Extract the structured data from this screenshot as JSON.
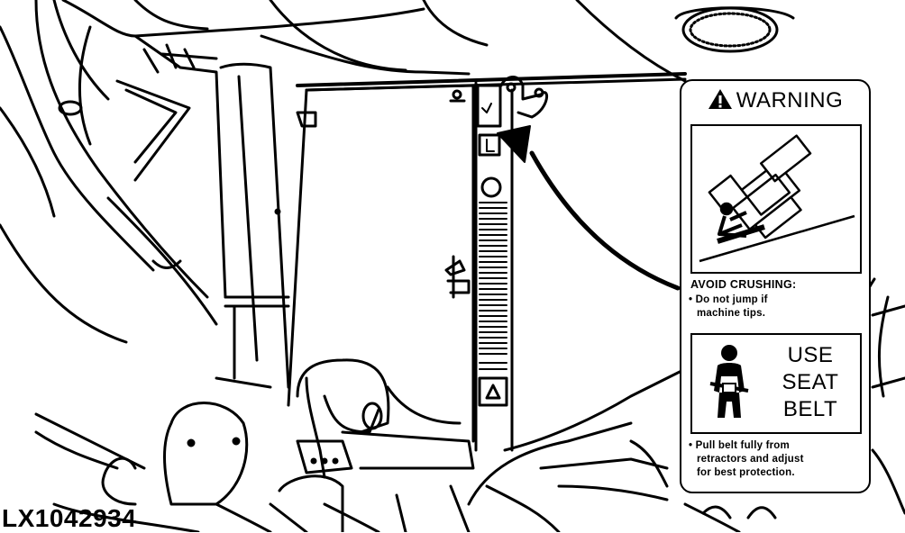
{
  "warning_label": {
    "header": "WARNING",
    "hazard_title": "AVOID CRUSHING:",
    "hazard_instruction": [
      "• Do not jump if",
      "machine tips."
    ],
    "seatbelt_words": [
      "USE",
      "SEAT",
      "BELT"
    ],
    "seatbelt_instruction": [
      "• Pull belt fully from",
      "retractors and adjust",
      "for best protection."
    ]
  },
  "figure_id": "LX1042934",
  "icons": {
    "warning_triangle": "warning-triangle-icon",
    "tipping_machine": "tipping-machine-icon",
    "seat_belt_operator": "seatbelt-operator-icon"
  },
  "colors": {
    "line": "#000000",
    "background": "#ffffff"
  }
}
